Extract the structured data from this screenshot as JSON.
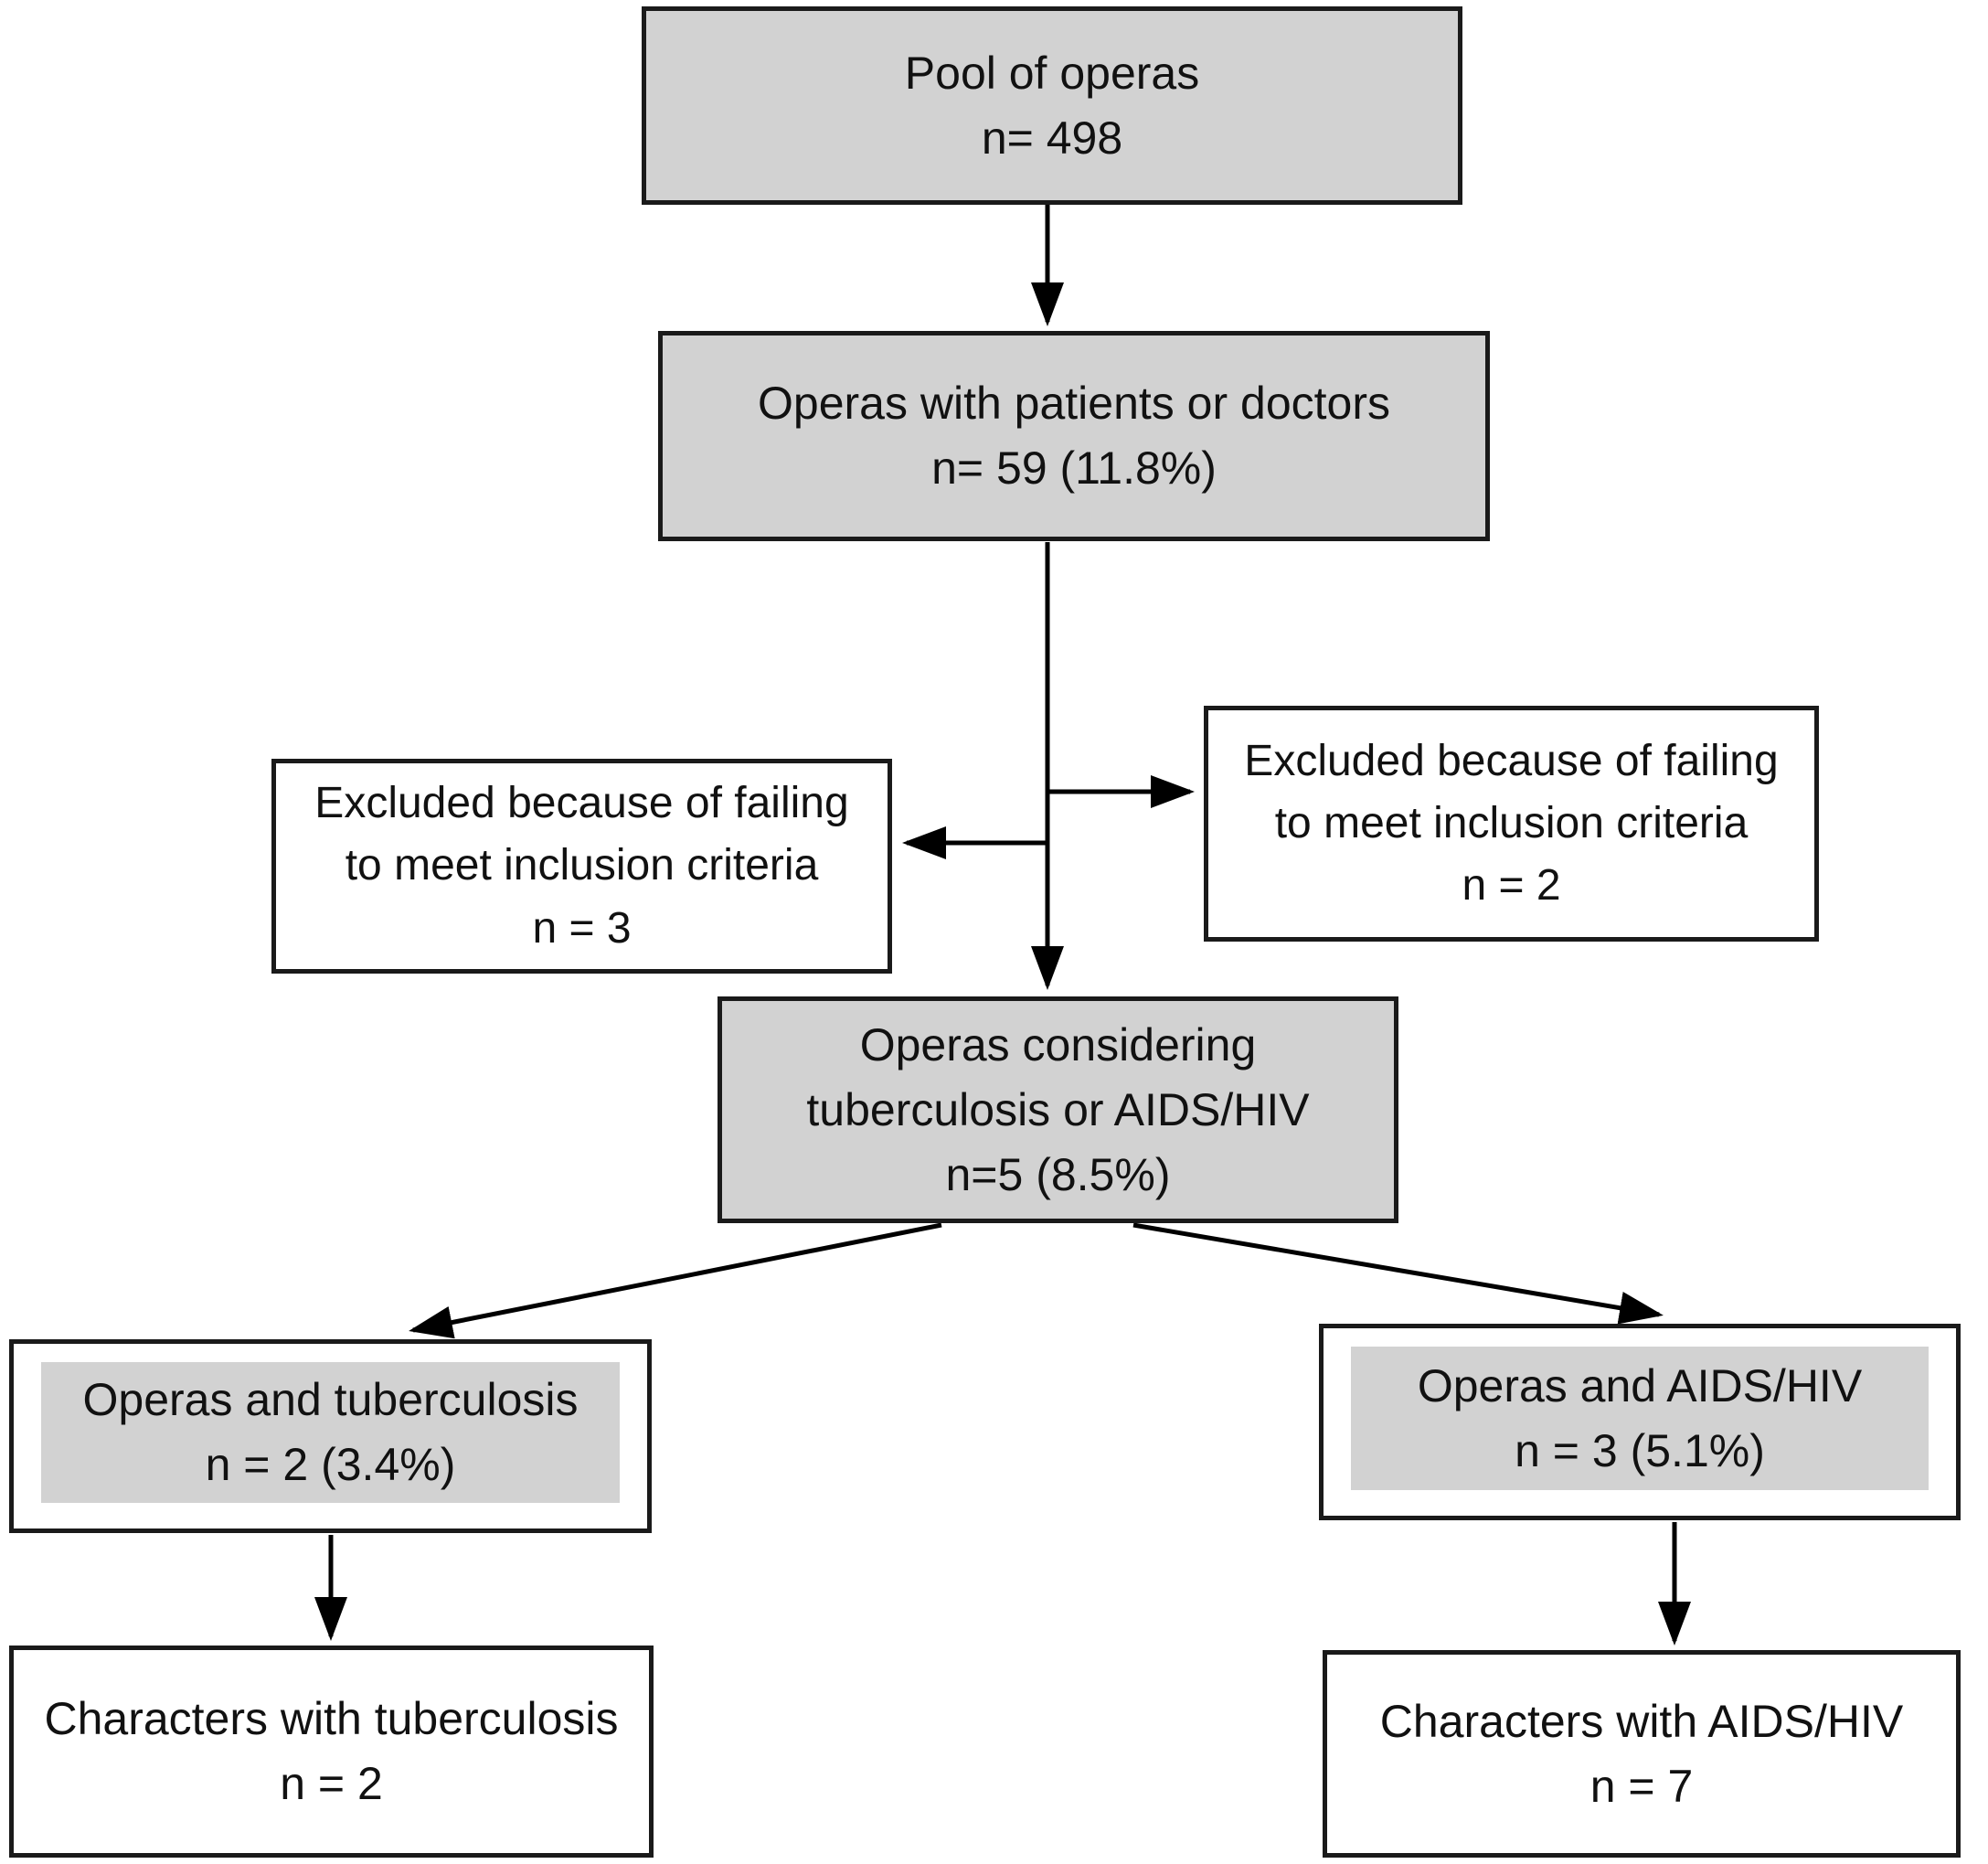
{
  "diagram": {
    "title_semantic": "Flow chart of opera selection for tuberculosis and AIDS/HIV analysis",
    "colors": {
      "background": "#ffffff",
      "gray_box_fill": "#d2d2d2",
      "white_box_fill": "#ffffff",
      "border": "#1a1a1a",
      "arrow": "#000000",
      "text": "#111111"
    },
    "nodes": {
      "pool": {
        "line1": "Pool of operas",
        "line2": "n= 498"
      },
      "patients": {
        "line1": "Operas with patients or doctors",
        "line2": "n= 59 (11.8%)"
      },
      "excluded_left": {
        "line1": "Excluded because of failing",
        "line2": "to meet inclusion criteria",
        "line3": "n = 3"
      },
      "excluded_right": {
        "line1": "Excluded because of failing",
        "line2": "to meet inclusion criteria",
        "line3": "n = 2"
      },
      "considering": {
        "line1": "Operas considering",
        "line2": "tuberculosis or AIDS/HIV",
        "line3": "n=5 (8.5%)"
      },
      "operas_tb": {
        "line1": "Operas and tuberculosis",
        "line2": "n = 2 (3.4%)"
      },
      "operas_aids": {
        "line1": "Operas and AIDS/HIV",
        "line2": "n = 3 (5.1%)"
      },
      "chars_tb": {
        "line1": "Characters with tuberculosis",
        "line2": "n = 2"
      },
      "chars_aids": {
        "line1": "Characters with AIDS/HIV",
        "line2": "n = 7"
      }
    },
    "edges": [
      {
        "from": "pool",
        "to": "patients",
        "style": "vertical-arrow"
      },
      {
        "from": "patients",
        "to": "considering",
        "style": "vertical-arrow"
      },
      {
        "from": "patients",
        "to": "excluded_right",
        "style": "horizontal-branch-arrow"
      },
      {
        "from": "patients",
        "to": "excluded_left",
        "style": "horizontal-branch-arrow"
      },
      {
        "from": "considering",
        "to": "operas_tb",
        "style": "diagonal-arrow"
      },
      {
        "from": "considering",
        "to": "operas_aids",
        "style": "diagonal-arrow"
      },
      {
        "from": "operas_tb",
        "to": "chars_tb",
        "style": "vertical-arrow"
      },
      {
        "from": "operas_aids",
        "to": "chars_aids",
        "style": "vertical-arrow"
      }
    ]
  }
}
